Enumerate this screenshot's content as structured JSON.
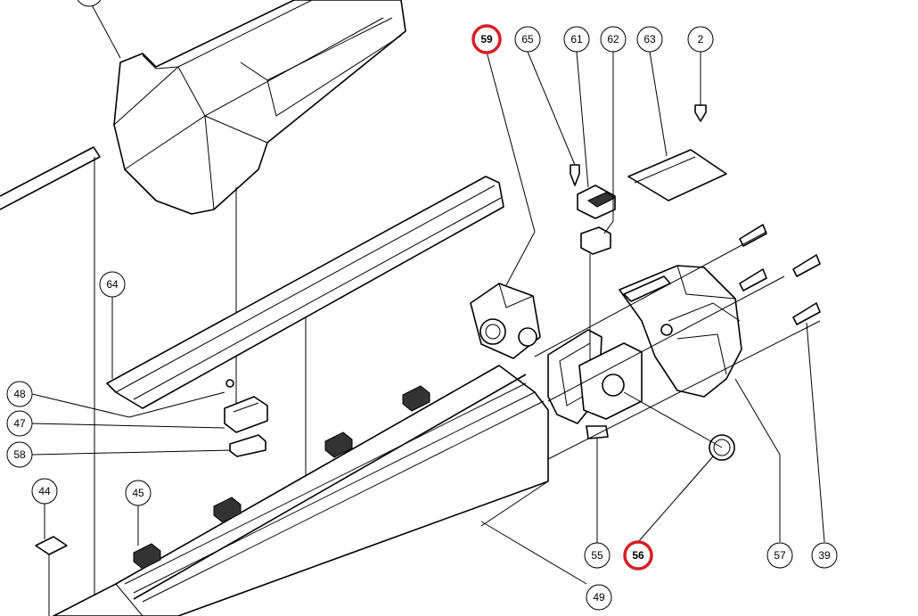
{
  "diagram": {
    "callouts": [
      {
        "id": "c2",
        "label": "2",
        "highlight": false
      },
      {
        "id": "c39",
        "label": "39",
        "highlight": false
      },
      {
        "id": "c44",
        "label": "44",
        "highlight": false
      },
      {
        "id": "c45",
        "label": "45",
        "highlight": false
      },
      {
        "id": "c47",
        "label": "47",
        "highlight": false
      },
      {
        "id": "c48",
        "label": "48",
        "highlight": false
      },
      {
        "id": "c49",
        "label": "49",
        "highlight": false
      },
      {
        "id": "c55",
        "label": "55",
        "highlight": false
      },
      {
        "id": "c56",
        "label": "56",
        "highlight": true
      },
      {
        "id": "c57",
        "label": "57",
        "highlight": false
      },
      {
        "id": "c58",
        "label": "58",
        "highlight": false
      },
      {
        "id": "c59",
        "label": "59",
        "highlight": true
      },
      {
        "id": "c61",
        "label": "61",
        "highlight": false
      },
      {
        "id": "c62",
        "label": "62",
        "highlight": false
      },
      {
        "id": "c63",
        "label": "63",
        "highlight": false
      },
      {
        "id": "c64",
        "label": "64",
        "highlight": false
      },
      {
        "id": "c65",
        "label": "65",
        "highlight": false
      }
    ],
    "highlight_color": "#d61f26"
  }
}
